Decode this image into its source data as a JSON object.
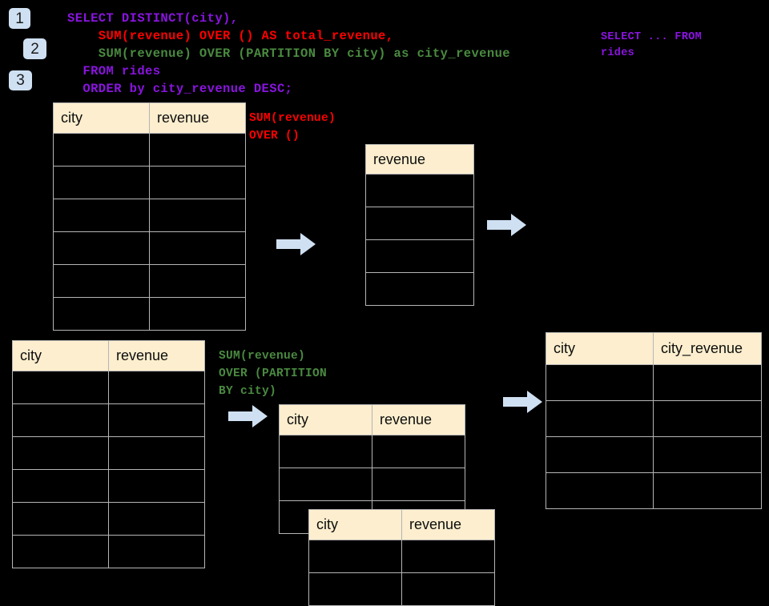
{
  "page": {
    "background": "#000000",
    "header_fill": "#fceece",
    "grid_line": "#b5b5b5",
    "badge_fill": "#cfe0f2",
    "arrow_fill": "#cfe0f2"
  },
  "badges": [
    {
      "label": "1"
    },
    {
      "label": "2"
    },
    {
      "label": "3"
    }
  ],
  "sql": {
    "line1": "SELECT DISTINCT(city),",
    "line2": "    SUM(revenue) OVER () AS total_revenue,",
    "line3": "    SUM(revenue) OVER (PARTITION BY city) as city_revenue",
    "line4": "  FROM rides",
    "line5": "  ORDER by city_revenue DESC;",
    "color_select": "#8a14e0",
    "color_total": "#fe0000",
    "color_partition": "#4a8a40"
  },
  "sidenote": {
    "line1": "SELECT ... FROM",
    "line2": "rides"
  },
  "annotations": {
    "total_revenue": {
      "line1": "SUM(revenue)",
      "line2": "OVER ()",
      "color": "#fe0000"
    },
    "city_revenue": {
      "line1": "SUM(revenue)",
      "line2": "OVER (PARTITION",
      "line3": "BY city)",
      "color": "#4a8a40"
    }
  },
  "tables": {
    "source_top": {
      "name": "rides-source-top",
      "headers": [
        "city",
        "revenue"
      ],
      "row_count": 6,
      "rows": [
        [
          "",
          ""
        ],
        [
          "",
          ""
        ],
        [
          "",
          ""
        ],
        [
          "",
          ""
        ],
        [
          "",
          ""
        ],
        [
          "",
          ""
        ]
      ]
    },
    "total_revenue": {
      "name": "total-revenue-result",
      "headers": [
        "revenue"
      ],
      "row_count": 4,
      "rows": [
        [
          ""
        ],
        [
          ""
        ],
        [
          ""
        ],
        [
          ""
        ]
      ]
    },
    "source_bottom": {
      "name": "rides-source-bottom",
      "headers": [
        "city",
        "revenue"
      ],
      "row_count": 6,
      "rows": [
        [
          "",
          ""
        ],
        [
          "",
          ""
        ],
        [
          "",
          ""
        ],
        [
          "",
          ""
        ],
        [
          "",
          ""
        ],
        [
          "",
          ""
        ]
      ]
    },
    "partition_back": {
      "name": "partition-group-back",
      "headers": [
        "city",
        "revenue"
      ],
      "row_count": 3,
      "rows": [
        [
          "",
          ""
        ],
        [
          "",
          ""
        ],
        [
          "",
          ""
        ]
      ]
    },
    "partition_front": {
      "name": "partition-group-front",
      "headers": [
        "city",
        "revenue"
      ],
      "row_count": 2,
      "rows": [
        [
          "",
          ""
        ],
        [
          "",
          ""
        ]
      ]
    },
    "final_result": {
      "name": "final-result",
      "headers": [
        "city",
        "city_revenue"
      ],
      "row_count": 4,
      "rows": [
        [
          "",
          ""
        ],
        [
          "",
          ""
        ],
        [
          "",
          ""
        ],
        [
          "",
          ""
        ]
      ]
    }
  },
  "arrows": [
    {
      "name": "arrow-source-to-total"
    },
    {
      "name": "arrow-total-to-final"
    },
    {
      "name": "arrow-source-to-partition"
    },
    {
      "name": "arrow-partition-to-final"
    }
  ]
}
